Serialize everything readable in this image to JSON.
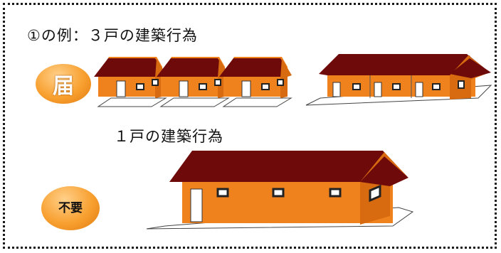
{
  "title": "①の例：３戸の建築行為",
  "subtitle": "１戸の建築行為",
  "badge_top": "届",
  "badge_bottom_line1": "不",
  "badge_bottom_line2": "要",
  "colors": {
    "wall": "#f0821e",
    "wall_side": "#d86a10",
    "roof": "#6e0a0a",
    "roof_dark": "#4a0505",
    "window": "#222222",
    "door": "#ffffff",
    "badge": "#f8a030",
    "border": "#1a1a1a"
  },
  "icons": [
    "small-house-icon",
    "terrace-house-icon",
    "large-house-icon"
  ]
}
